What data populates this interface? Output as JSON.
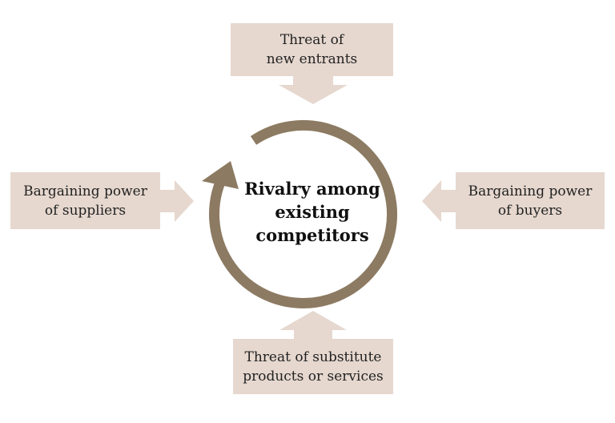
{
  "diagram": {
    "center": {
      "lines": [
        "Rivalry among",
        "existing",
        "competitors"
      ]
    },
    "forces": {
      "top": {
        "lines": [
          "Threat of",
          "new entrants"
        ]
      },
      "left": {
        "lines": [
          "Bargaining power",
          "of suppliers"
        ]
      },
      "right": {
        "lines": [
          "Bargaining power",
          "of buyers"
        ]
      },
      "bottom": {
        "lines": [
          "Threat of substitute",
          "products or services"
        ]
      }
    }
  },
  "colors": {
    "box_fill": "#e6d8cf",
    "arrow_fill": "#e6d8cf",
    "cycle_ring": "#8c7a62",
    "text": "#222222"
  }
}
